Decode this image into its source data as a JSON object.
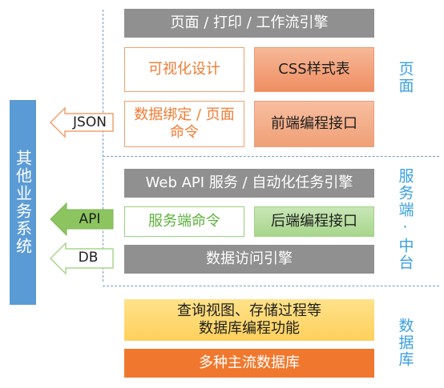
{
  "sidebar": {
    "label": "其他业务系统"
  },
  "layers": {
    "page": "页面",
    "service": "服务端·中台",
    "database": "数据库"
  },
  "boxes": {
    "page_print_workflow": "页面 / 打印 / 工作流引擎",
    "visual_design": "可视化设计",
    "css_stylesheet": "CSS样式表",
    "data_binding_line1": "数据绑定 / 页面",
    "data_binding_line2": "命令",
    "frontend_programming": "前端编程接口",
    "webapi_service": "Web API 服务 / 自动化任务引擎",
    "server_command": "服务端命令",
    "backend_programming": "后端编程接口",
    "data_access_engine": "数据访问引擎",
    "query_view_line1": "查询视图、存储过程等",
    "query_view_line2": "数据库编程功能",
    "mainstream_databases": "多种主流数据库"
  },
  "arrows": {
    "json": "JSON",
    "api": "API",
    "db": "DB"
  },
  "colors": {
    "grey": "#909090",
    "orange_text": "#f07c34",
    "orange_fill": "#ef8e62",
    "green_text": "#5cb23c",
    "green_fill": "#a8d68c",
    "yellow_fill": "#fed05c",
    "orange_solid": "#f0782e",
    "sidebar_blue": "#5b9bd5",
    "label_blue": "#3aa0e0",
    "api_arrow_green": "#8cc560"
  }
}
